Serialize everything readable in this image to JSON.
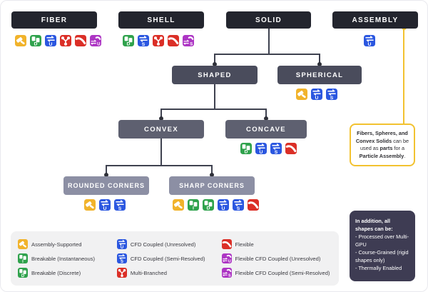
{
  "palette": {
    "accent_yellow": "#F2C230",
    "box_level1": "#23252E",
    "box_level2": "#4A4C5C",
    "box_level3": "#5E6070",
    "box_level4": "#8C8FA4",
    "legend_bg": "#F1F1F2",
    "addendum_bg": "#3E3C53",
    "connector": "#3F4250",
    "icon_yellow": "#F1B32B",
    "icon_green": "#2FA24C",
    "icon_blue": "#2B57E0",
    "icon_red": "#DB2F27",
    "icon_purple": "#AD36C4"
  },
  "tree": {
    "fiber": {
      "label": "FIBER",
      "icons": [
        "assembly-supported",
        "breakable-discrete",
        "cfd-unresolved",
        "multi-branched",
        "flexible",
        "flex-cfd-unresolved"
      ]
    },
    "shell": {
      "label": "SHELL",
      "icons": [
        "breakable-discrete",
        "cfd-semi-resolved",
        "multi-branched",
        "flexible",
        "flex-cfd-semi-resolved"
      ]
    },
    "solid": {
      "label": "SOLID",
      "icons": []
    },
    "assembly": {
      "label": "ASSEMBLY",
      "icons": [
        "cfd-unresolved"
      ]
    },
    "shaped": {
      "label": "SHAPED",
      "icons": []
    },
    "spherical": {
      "label": "SPHERICAL",
      "icons": [
        "assembly-supported",
        "cfd-unresolved",
        "cfd-semi-resolved"
      ]
    },
    "convex": {
      "label": "CONVEX",
      "icons": []
    },
    "concave": {
      "label": "CONCAVE",
      "icons": [
        "breakable-discrete",
        "cfd-unresolved",
        "cfd-semi-resolved",
        "flexible"
      ]
    },
    "rounded": {
      "label": "ROUNDED CORNERS",
      "icons": [
        "assembly-supported",
        "cfd-unresolved",
        "cfd-semi-resolved"
      ]
    },
    "sharp": {
      "label": "SHARP CORNERS",
      "icons": [
        "assembly-supported",
        "breakable-instantaneous",
        "breakable-discrete",
        "cfd-unresolved",
        "cfd-semi-resolved",
        "flexible"
      ]
    }
  },
  "icon_defs": {
    "assembly-supported": {
      "color": "#F1B32B",
      "glyph": "gavel"
    },
    "breakable-instantaneous": {
      "color": "#2FA24C",
      "glyph": "break",
      "letter": "I"
    },
    "breakable-discrete": {
      "color": "#2FA24C",
      "glyph": "break",
      "letter": "D"
    },
    "cfd-unresolved": {
      "color": "#2B57E0",
      "glyph": "cfd",
      "letter": "U"
    },
    "cfd-semi-resolved": {
      "color": "#2B57E0",
      "glyph": "cfd",
      "letter": "S"
    },
    "multi-branched": {
      "color": "#DB2F27",
      "glyph": "branch"
    },
    "flexible": {
      "color": "#DB2F27",
      "glyph": "curve"
    },
    "flex-cfd-unresolved": {
      "color": "#AD36C4",
      "glyph": "flexcfd",
      "letter": "U"
    },
    "flex-cfd-semi-resolved": {
      "color": "#AD36C4",
      "glyph": "flexcfd",
      "letter": "S"
    }
  },
  "legend": {
    "columns": [
      [
        {
          "icon": "assembly-supported",
          "label": "Assembly-Supported"
        },
        {
          "icon": "breakable-instantaneous",
          "label": "Breakable (Instantaneous)"
        },
        {
          "icon": "breakable-discrete",
          "label": "Breakable (Discrete)"
        }
      ],
      [
        {
          "icon": "cfd-unresolved",
          "label": "CFD Coupled (Unresolved)"
        },
        {
          "icon": "cfd-semi-resolved",
          "label": "CFD Coupled (Semi-Resolved)"
        },
        {
          "icon": "multi-branched",
          "label": "Multi-Branched"
        }
      ],
      [
        {
          "icon": "flexible",
          "label": "Flexible"
        },
        {
          "icon": "flex-cfd-unresolved",
          "label": "Flexible CFD Coupled (Unresolved)"
        },
        {
          "icon": "flex-cfd-semi-resolved",
          "label": "Flexible CFD Coupled (Semi-Resolved)"
        }
      ]
    ]
  },
  "note": {
    "segments": [
      {
        "text": "Fibers, Spheres, and Convex Solids",
        "bold": true
      },
      {
        "text": " can be used as ",
        "bold": false
      },
      {
        "text": "parts",
        "bold": true
      },
      {
        "text": " for a ",
        "bold": false
      },
      {
        "text": "Particle Assembly",
        "bold": true
      },
      {
        "text": ".",
        "bold": false
      }
    ]
  },
  "addendum": {
    "heading": "In addition, all shapes can be:",
    "items": [
      "- Processed over Multi-GPU",
      "- Course-Grained (rigid shapes only)",
      "- Thermally Enabled"
    ]
  }
}
